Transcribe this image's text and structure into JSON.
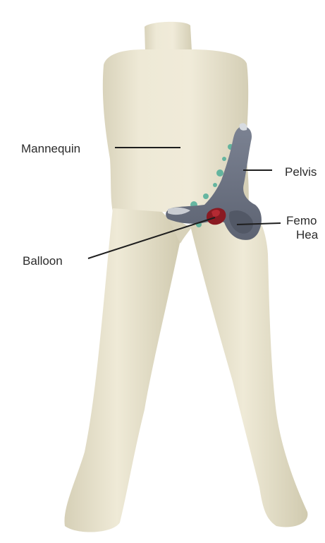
{
  "labels": {
    "mannequin": "Mannequin",
    "pelvis": "Pelvis",
    "femoral_head_line1": "Femo",
    "femoral_head_line2": "Hea",
    "balloon": "Balloon"
  },
  "colors": {
    "background": "#ffffff",
    "mannequin_skin": "#ebe6d2",
    "pelvis": "#6c7382",
    "femoral_head": "#8a1a22",
    "contrast_splatter": "#4fae98",
    "text": "#2b2b2b"
  }
}
